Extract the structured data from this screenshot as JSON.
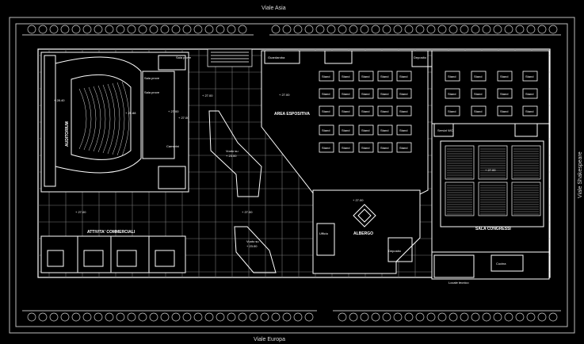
{
  "streets": {
    "north": "Viale Asia",
    "south": "Viale Europa",
    "east": "Viale Shakespeare"
  },
  "rooms": {
    "auditorium": "AUDITORIUM",
    "area_espositiva": "AREA ESPOSITIVA",
    "albergo": "ALBERGO",
    "sala_congressi": "SALA CONGRESSI",
    "attivita_commerciali": "ATTIVITA' COMMERCIALI",
    "sala_prove_1": "Sala prove",
    "sala_prove_2": "Sala prove",
    "sala_prove_3": "Sala prove",
    "camerini": "Camerini",
    "guardaroba": "Guardaroba",
    "deposito_north": "Deposito",
    "deposito_hotel": "Deposito",
    "locale_tecnico": "Locale tecnico",
    "servizi": "Servizi WC",
    "ufficio": "Ufficio",
    "cucina": "Cucina",
    "vuoto_su_1": "Vuoto su",
    "vuoto_su_2": "Vuoto su"
  },
  "stand_label": "Stand",
  "elevations": {
    "aud_1": "+ 28.40",
    "aud_2": "+ 25.88",
    "aud_3": "+ 27.00",
    "plaza_1": "+ 27.00",
    "plaza_2": "+ 27.00",
    "plaza_3": "+ 27.00",
    "plaza_4": "+ 27.00",
    "expo": "+ 27.00",
    "albergo": "+ 27.00",
    "congress": "+ 27.00",
    "vuoto_1": "+ 23.00",
    "vuoto_2": "+ 23.00"
  },
  "colors": {
    "background": "#000000",
    "lines": "#ffffff",
    "grid": "#8a8a8a"
  }
}
